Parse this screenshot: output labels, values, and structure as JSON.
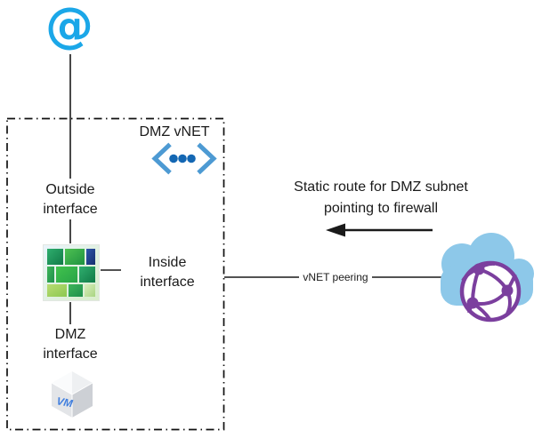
{
  "colors": {
    "internet_blue": "#1ba7e8",
    "vnet_bracket_blue": "#4d9ad3",
    "vnet_dot_blue": "#1467b3",
    "cloud_blue": "#8dc8e9",
    "network_purple": "#7b3f9e",
    "firewall_green": "#2fa84f",
    "firewall_navy": "#1e3d8f",
    "vm_text_blue": "#3f7ede",
    "line_black": "#1a1a1a"
  },
  "internet": {
    "glyph": "@",
    "icon": "at-symbol-internet"
  },
  "dmz_vnet": {
    "title": "DMZ vNET",
    "outside_interface": "Outside\ninterface",
    "inside_interface": "Inside\ninterface",
    "dmz_interface": "DMZ\ninterface",
    "vm_label": "VM"
  },
  "annotations": {
    "static_route": "Static route for DMZ subnet\npointing to firewall",
    "vnet_peering": "vNET peering"
  },
  "icons": {
    "internet": "at-symbol-internet",
    "vnet": "vnet-chevron-dots",
    "firewall": "firewall-brick-wall",
    "vm": "virtual-machine-cube",
    "cloud": "peered-vnet-cloud-globe"
  }
}
